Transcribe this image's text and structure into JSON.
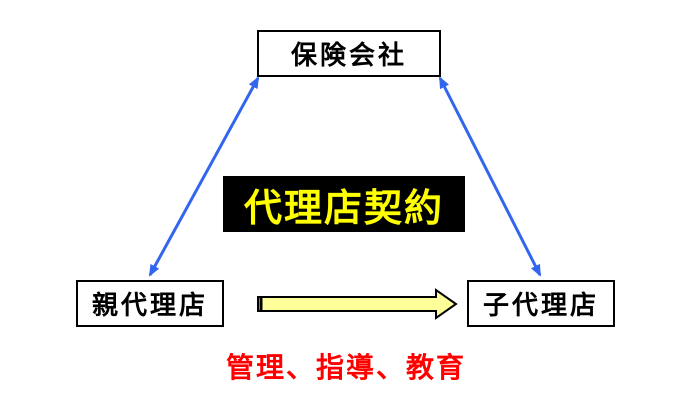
{
  "nodes": {
    "insurer": "保険会社",
    "parent_agency": "親代理店",
    "child_agency": "子代理店"
  },
  "banner": {
    "text": "代理店契約",
    "text_color": "#ffff00",
    "background": "#000000"
  },
  "caption": {
    "text": "管理、指導、教育",
    "color": "#ff0000"
  },
  "colors": {
    "contract_arrow": "#3366ee",
    "supervision_arrow_fill": "#ffff99",
    "box_border": "#000000"
  }
}
